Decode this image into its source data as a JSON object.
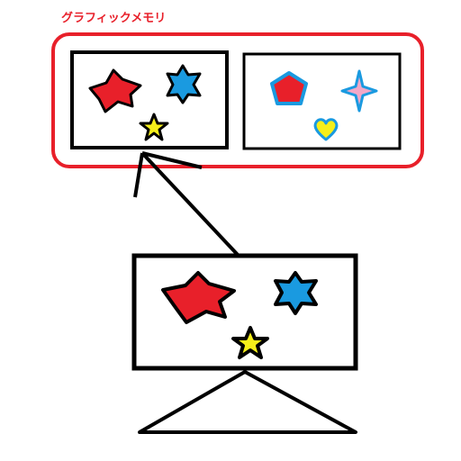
{
  "graphic_memory": {
    "label": "グラフィックメモリ",
    "border_color": "#e8202a",
    "label_color": "#e8202a"
  },
  "colors": {
    "red": "#e8202a",
    "blue": "#1a9ae0",
    "yellow": "#f5ef1a",
    "pink": "#f2a8c8",
    "black": "#000000"
  },
  "frames": [
    {
      "id": "left-frame",
      "shapes": [
        "red-star-icon",
        "blue-star-icon",
        "yellow-star-icon"
      ]
    },
    {
      "id": "right-frame",
      "shapes": [
        "red-pentagon-icon",
        "pink-sparkle-icon",
        "yellow-heart-icon"
      ]
    }
  ],
  "screen": {
    "shapes": [
      "red-star-icon",
      "blue-star-icon",
      "yellow-star-icon"
    ]
  }
}
